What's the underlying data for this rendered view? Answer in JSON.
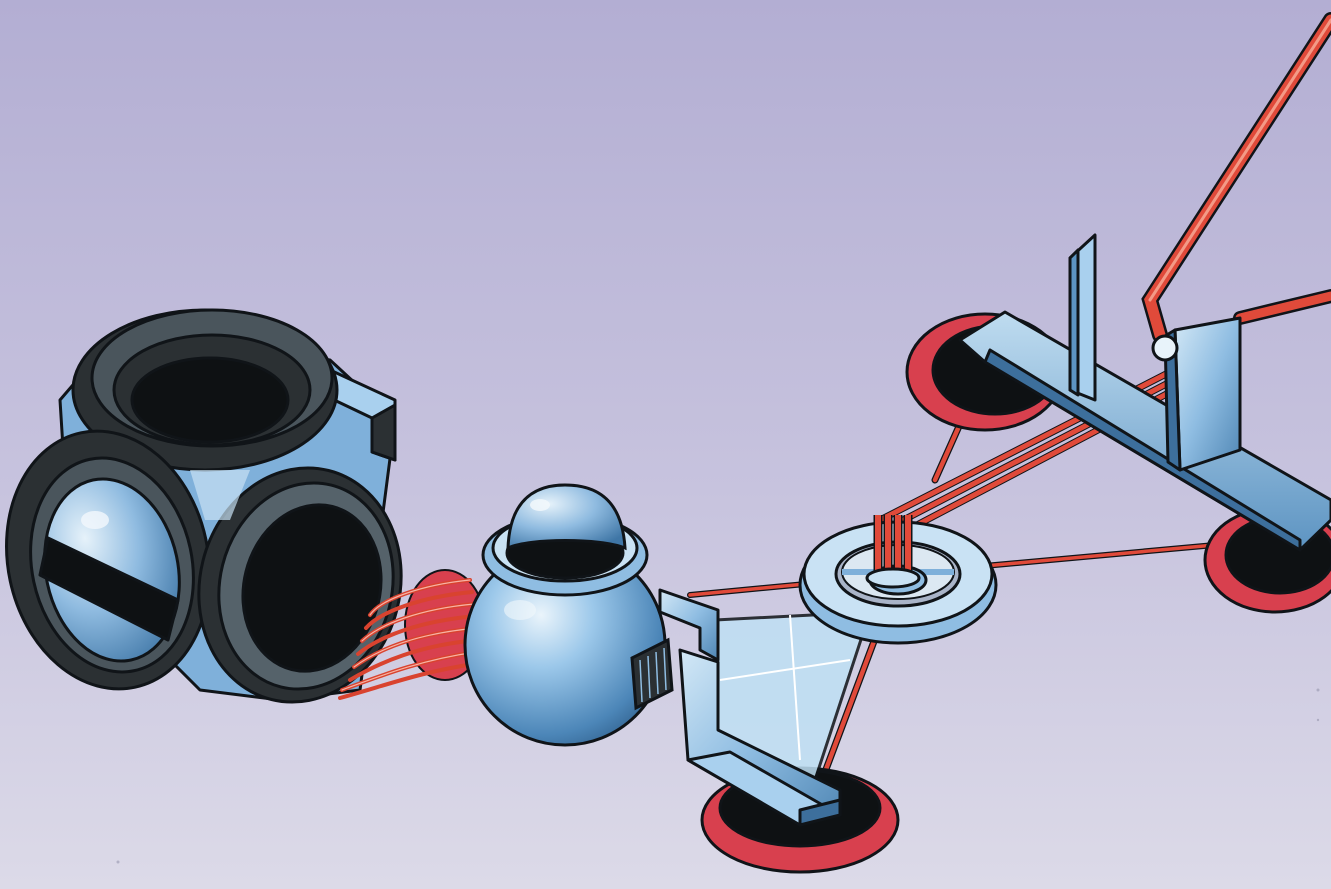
{
  "illustration": {
    "palette": {
      "background_top": "#b9b4d6",
      "background_bottom": "#d9d7e6",
      "metal_blue": "#7fb3dd",
      "metal_light": "#c9e2f4",
      "metal_dark": "#3d6f9c",
      "rubber_black": "#2b3033",
      "rubber_gray": "#5e6b72",
      "wire_red": "#e04a3a",
      "pad_red": "#d8404e",
      "outline": "#101418"
    },
    "objects": [
      "tri-ring-cube",
      "coil-spring",
      "open-sphere",
      "bracket-with-pad",
      "center-ring-hub",
      "cross-stand",
      "red-rods"
    ]
  }
}
